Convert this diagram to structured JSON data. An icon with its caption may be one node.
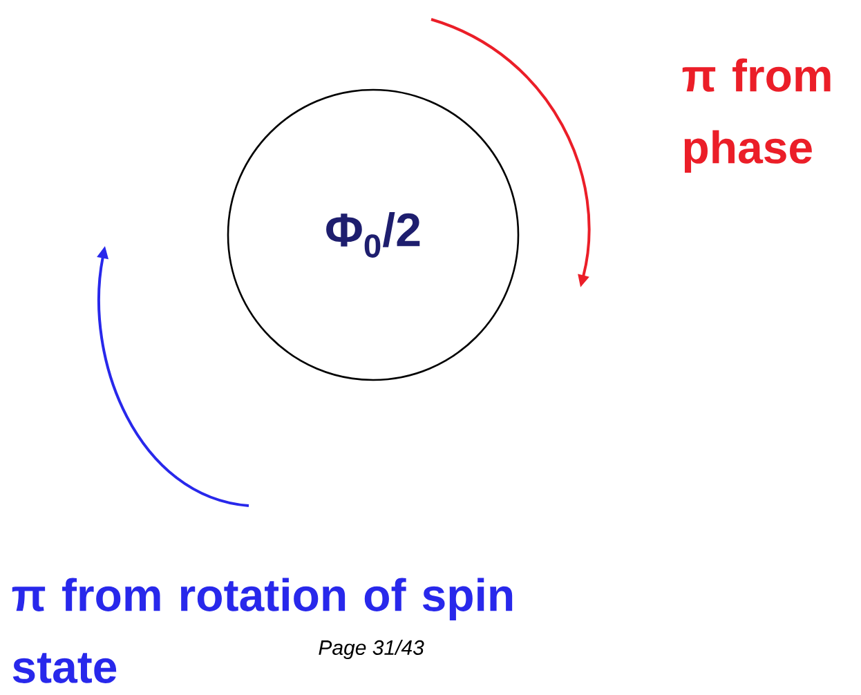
{
  "diagram": {
    "nodes": [
      {
        "text": [
          "Φ$_{0}$/2"
        ]
      }
    ],
    "labels": [
      "π from phase",
      "π from rotation of spin state",
      "Page 31/43"
    ]
  }
}
